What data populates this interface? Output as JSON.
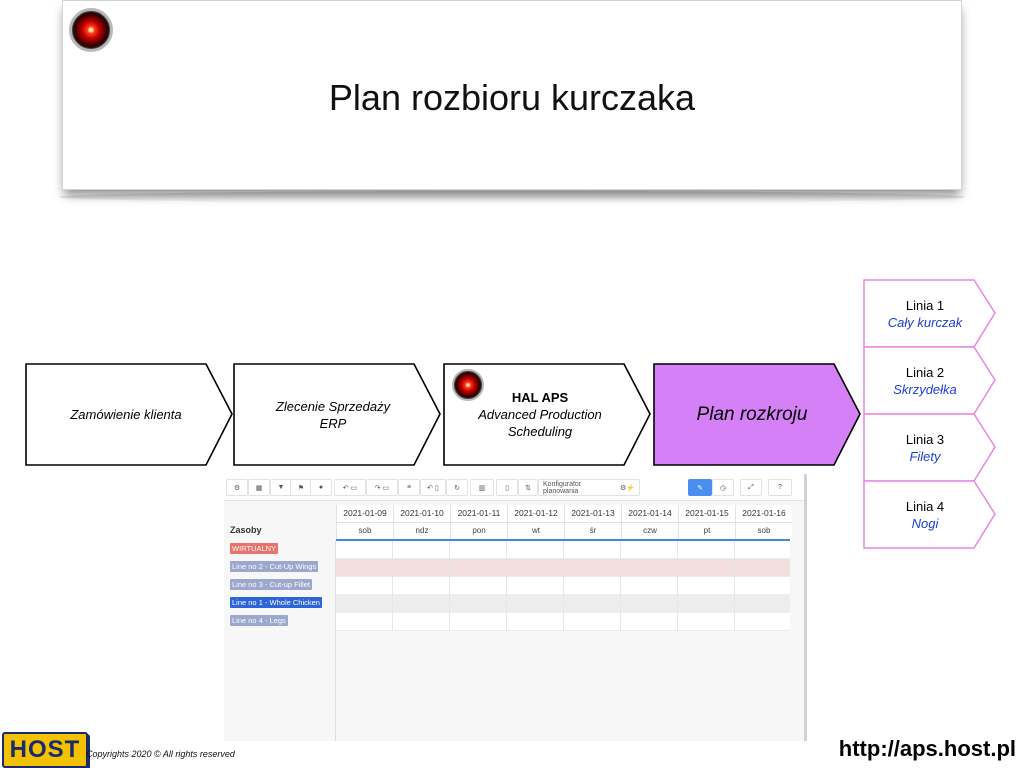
{
  "slide": {
    "title": "Plan rozbioru kurczaka"
  },
  "flow": [
    {
      "label": "Zamówienie klienta"
    },
    {
      "label_line1": "Zlecenie Sprzedaży",
      "label_line2": "ERP"
    },
    {
      "title": "HAL APS",
      "subtitle_line1": "Advanced Production",
      "subtitle_line2": "Scheduling"
    },
    {
      "label": "Plan rozkroju"
    }
  ],
  "lines": [
    {
      "name": "Linia 1",
      "desc": "Cały kurczak"
    },
    {
      "name": "Linia 2",
      "desc": "Skrzydełka"
    },
    {
      "name": "Linia 3",
      "desc": "Filety"
    },
    {
      "name": "Linia 4",
      "desc": "Nogi"
    }
  ],
  "app": {
    "toolbar": {
      "config_label": "Konfigurator planowania"
    },
    "resources_header": "Zasoby",
    "days": [
      {
        "date": "2021-01-09",
        "name": "sob"
      },
      {
        "date": "2021-01-10",
        "name": "ndz"
      },
      {
        "date": "2021-01-11",
        "name": "pon"
      },
      {
        "date": "2021-01-12",
        "name": "wt"
      },
      {
        "date": "2021-01-13",
        "name": "śr"
      },
      {
        "date": "2021-01-14",
        "name": "czw"
      },
      {
        "date": "2021-01-15",
        "name": "pt"
      },
      {
        "date": "2021-01-16",
        "name": "sob"
      }
    ],
    "resources": [
      {
        "label": "WIRTUALNY",
        "color": "#e8736c"
      },
      {
        "label": "Line no 2 - Cut-Up Wings",
        "color": "#9ba7cc"
      },
      {
        "label": "Line no 3 - Cut-up Fillet",
        "color": "#9ba7cc"
      },
      {
        "label": "Line no 1 - Whole Chicken",
        "color": "#2d64d8"
      },
      {
        "label": "Line no 4 - Legs",
        "color": "#9ba7cc"
      }
    ]
  },
  "footer": {
    "logo_text": "HOST",
    "copyright": "Copyrights 2020  © All rights reserved",
    "url": "http://aps.host.pl"
  },
  "colors": {
    "plan_fill": "#d580f7",
    "lines_border": "#e986e0",
    "lines_text": "#1a3fd6"
  }
}
